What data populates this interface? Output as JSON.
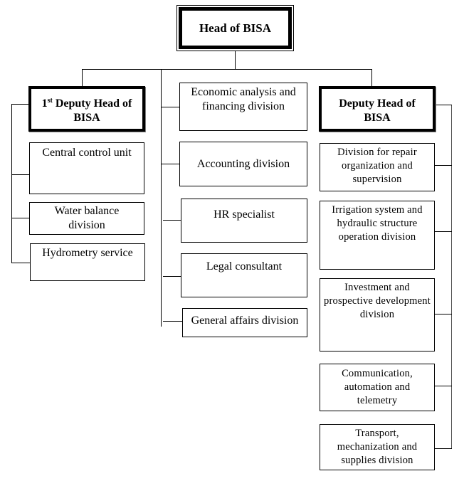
{
  "diagram": {
    "type": "org-chart",
    "root": {
      "label": "Head of BISA"
    },
    "first_deputy": {
      "label_prefix": "1",
      "label_sup": "st",
      "label_rest": " Deputy Head of BISA",
      "children": [
        {
          "label": "Central control unit"
        },
        {
          "label": "Water balance division"
        },
        {
          "label": "Hydrometry service"
        }
      ]
    },
    "direct_units": [
      {
        "label": "Economic analysis and financing division"
      },
      {
        "label": "Accounting division"
      },
      {
        "label": "HR specialist"
      },
      {
        "label": "Legal consultant"
      },
      {
        "label": "General affairs division"
      }
    ],
    "deputy": {
      "label": "Deputy Head of BISA",
      "children": [
        {
          "label": "Division for repair organization and supervision"
        },
        {
          "label": "Irrigation system and hydraulic structure operation division"
        },
        {
          "label": "Investment and prospective development division"
        },
        {
          "label": "Communication, automation and telemetry"
        },
        {
          "label": "Transport, mechanization and supplies division"
        }
      ]
    }
  }
}
